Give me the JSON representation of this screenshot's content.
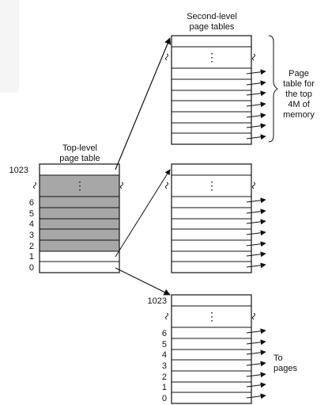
{
  "diagram": {
    "top_level": {
      "caption_lines": [
        "Top-level",
        "page table"
      ],
      "top_index": "1023",
      "entry_indices": [
        "6",
        "5",
        "4",
        "3",
        "2",
        "1",
        "0"
      ]
    },
    "second_level": {
      "caption_lines": [
        "Second-level",
        "page tables"
      ]
    },
    "bottom_table": {
      "top_index": "1023",
      "entry_indices": [
        "6",
        "5",
        "4",
        "3",
        "2",
        "1",
        "0"
      ]
    },
    "annotations": {
      "page_table_note": [
        "Page",
        "table for",
        "the top",
        "4M of",
        "memory"
      ],
      "to_pages": [
        "To",
        "pages"
      ]
    },
    "glyphs": {
      "vdots": "⋮"
    },
    "colors": {
      "stroke": "#111111",
      "shaded": "#a7a7a7",
      "background": "#ffffff"
    }
  }
}
